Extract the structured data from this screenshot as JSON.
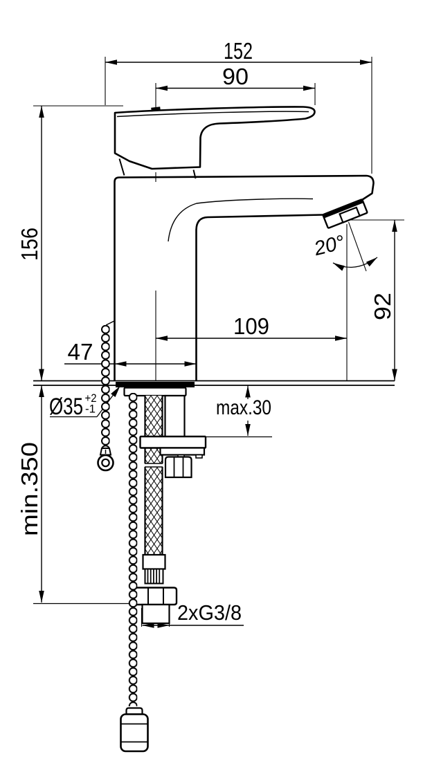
{
  "drawing": {
    "labels": {
      "width_total": "152",
      "handle_length": "90",
      "height_total": "156",
      "spout_angle": "20°",
      "outlet_height": "92",
      "spout_reach": "109",
      "base_width": "47",
      "hole_diameter": "Ø35",
      "hole_tol_plus": "+2",
      "hole_tol_minus": "-1",
      "mounting_max": "max.30",
      "hose_min_length": "min.350",
      "connection_thread": "2xG3/8"
    },
    "colors": {
      "line": "#000000",
      "background": "#ffffff"
    }
  }
}
